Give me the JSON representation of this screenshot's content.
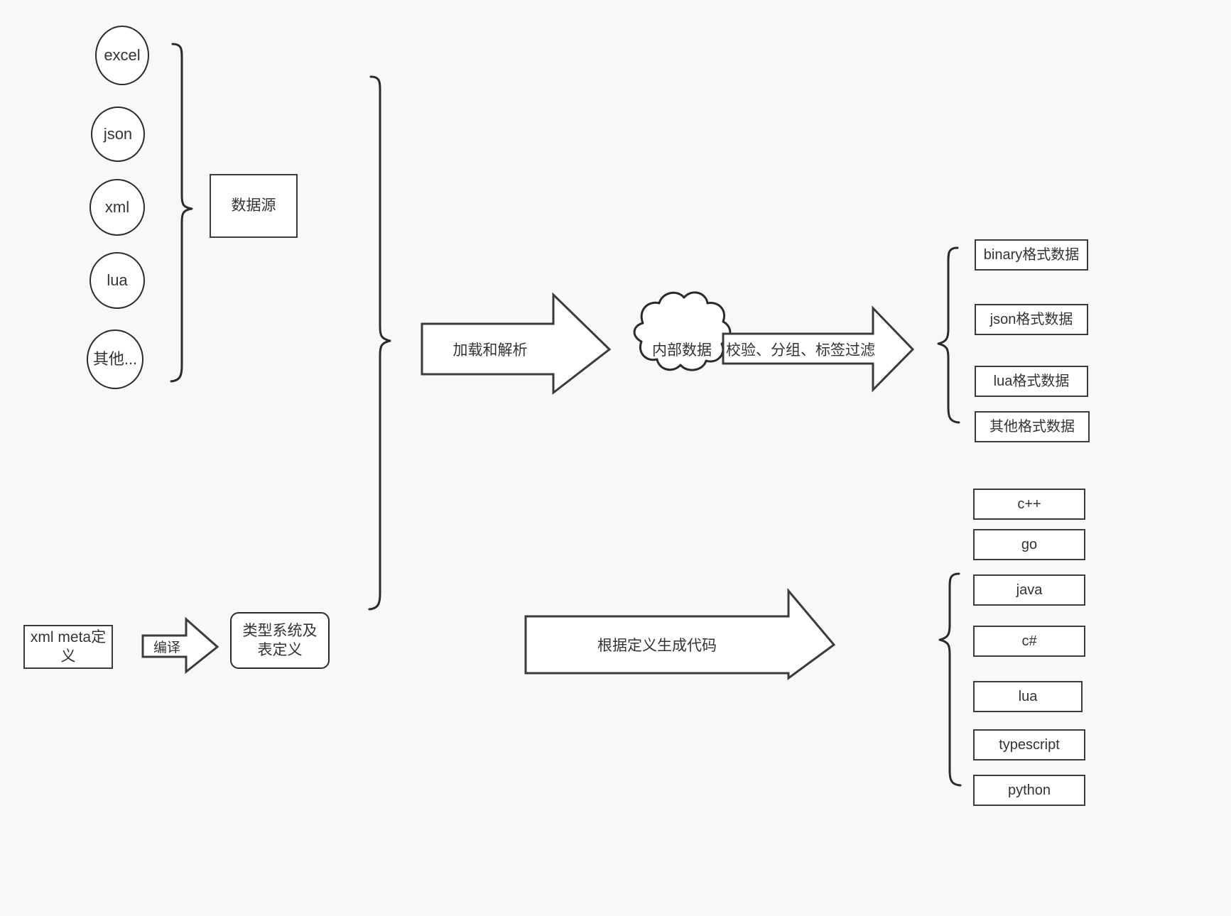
{
  "diagram": {
    "background_color": "#f8f8f8",
    "stroke_color": "#2b2b2b",
    "fill_color": "#ffffff",
    "text_color": "#333333"
  },
  "sources": {
    "group_label": "数据源",
    "items": [
      {
        "label": "excel"
      },
      {
        "label": "json"
      },
      {
        "label": "xml"
      },
      {
        "label": "lua"
      },
      {
        "label": "其他..."
      }
    ]
  },
  "pipeline": {
    "load_arrow_label": "加载和解析",
    "cloud_label": "内部数据",
    "filter_arrow_label": "校验、分组、标签过滤"
  },
  "outputs": {
    "items": [
      {
        "label": "binary格式数据"
      },
      {
        "label": "json格式数据"
      },
      {
        "label": "lua格式数据"
      },
      {
        "label": "其他格式数据"
      }
    ]
  },
  "meta": {
    "source_label": "xml meta定义",
    "compile_arrow_label": "编译",
    "target_label": "类型系统及表定义"
  },
  "codegen": {
    "arrow_label": "根据定义生成代码",
    "languages": [
      {
        "label": "c++"
      },
      {
        "label": "go"
      },
      {
        "label": "java"
      },
      {
        "label": "c#"
      },
      {
        "label": "lua"
      },
      {
        "label": "typescript"
      },
      {
        "label": "python"
      }
    ]
  }
}
